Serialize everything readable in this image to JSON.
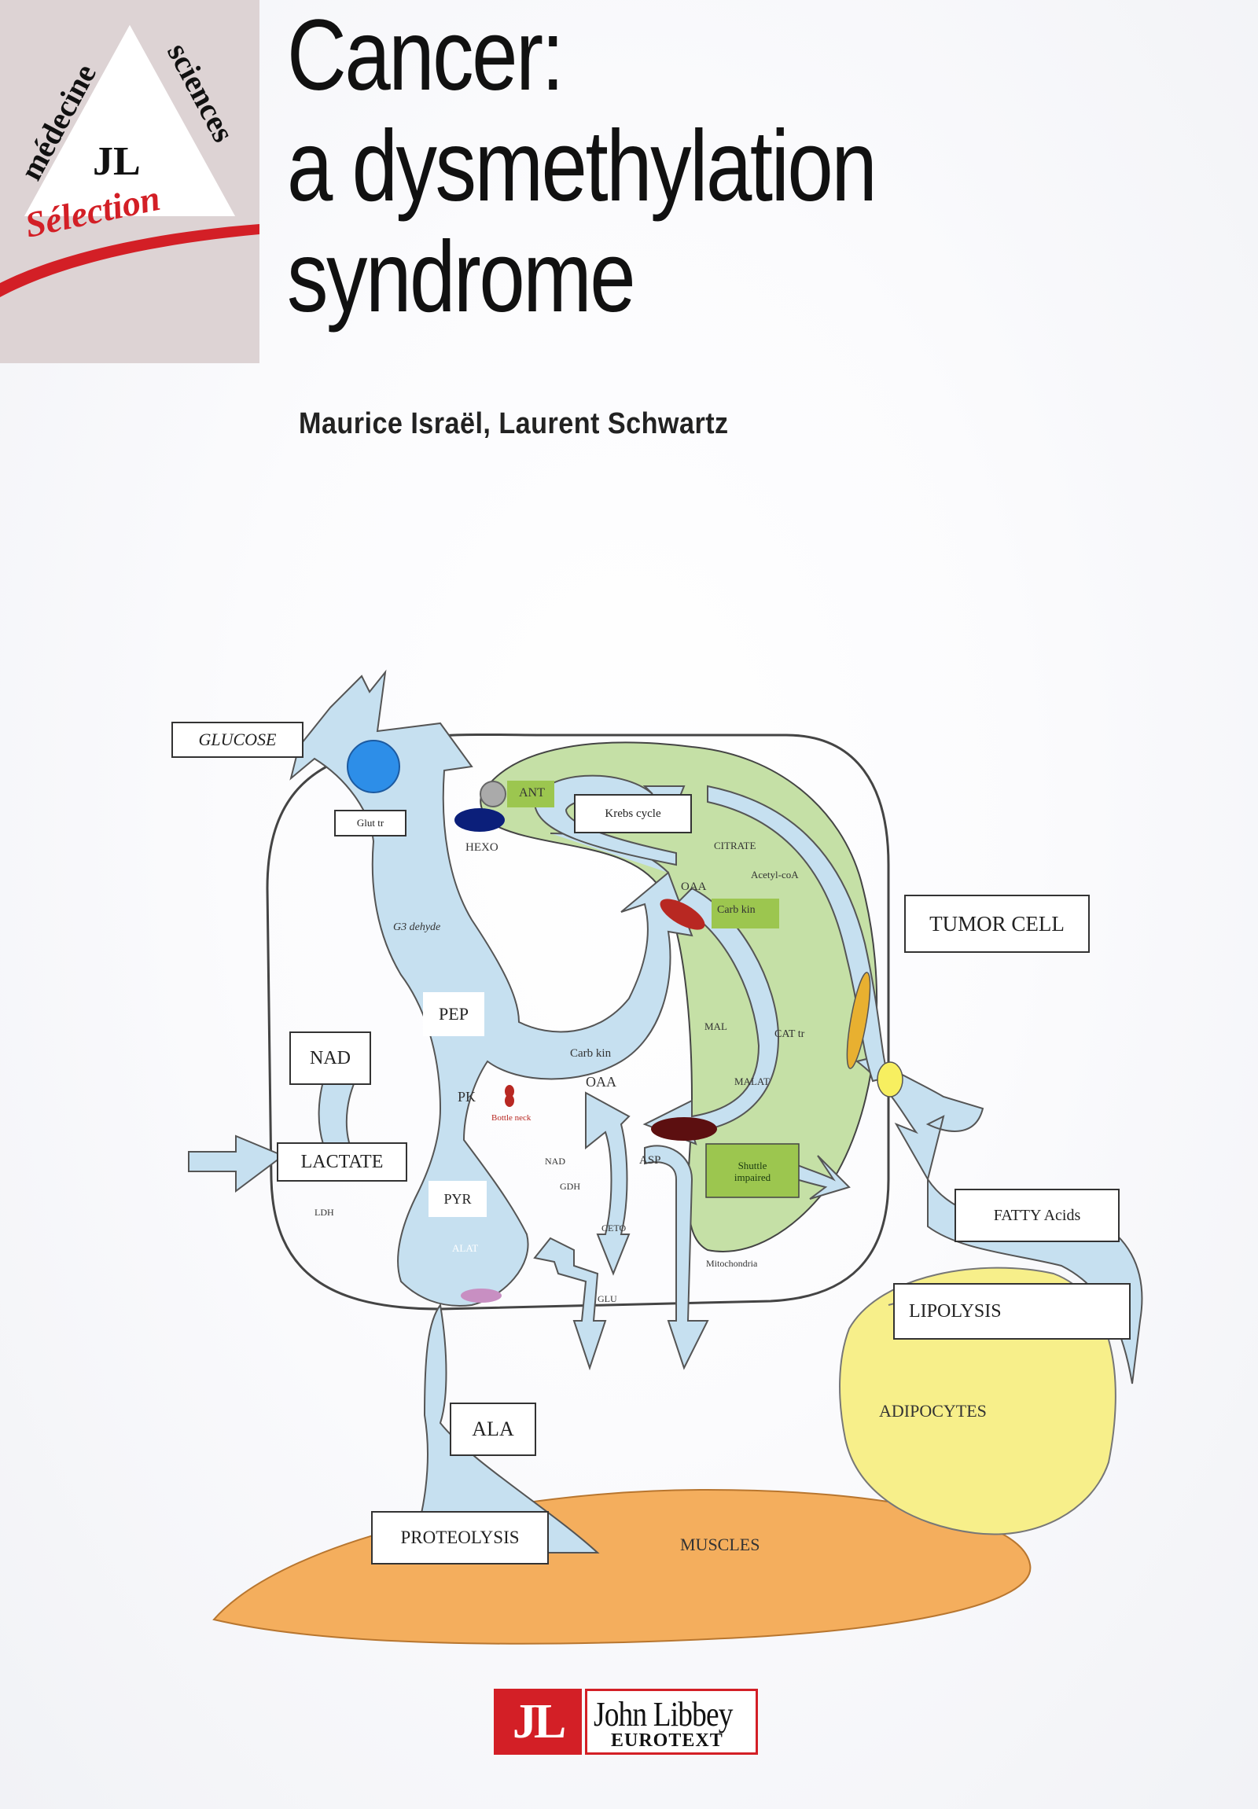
{
  "badge": {
    "word_left": "médecine",
    "word_right": "sciences",
    "logo": "JL",
    "selection": "Sélection"
  },
  "title": {
    "line1": "Cancer:",
    "line2": "a dysmethylation",
    "line3": "syndrome"
  },
  "authors": "Maurice Israël, Laurent Schwartz",
  "diagram": {
    "boxes": {
      "glucose": "GLUCOSE",
      "glut": "Glut tr",
      "krebs": "Krebs cycle",
      "tumor_cell": "TUMOR CELL",
      "pep": "PEP",
      "nad": "NAD",
      "lactate": "LACTATE",
      "pyr": "PYR",
      "fatty": "FATTY Acids",
      "lipolysis": "LIPOLYSIS",
      "ala": "ALA",
      "proteolysis": "PROTEOLYSIS",
      "shuttle": "Shuttle\nimpaired"
    },
    "labels": {
      "ant": "ANT",
      "hexo": "HEXO",
      "citrate": "CITRATE",
      "acetyl": "Acetyl-coA",
      "oaa_top": "OAA",
      "carb_kin_top": "Carb kin",
      "g3_dehyde": "G3 dehyde",
      "carb_kin": "Carb kin",
      "oaa": "OAA",
      "pk": "PK",
      "bottle_neck": "Bottle neck",
      "mal": "MAL",
      "malat": "MALAT",
      "cat_tr": "CAT tr",
      "asp": "ASP",
      "nad_small": "NAD",
      "gdh": "GDH",
      "ldh": "LDH",
      "alat": "ALAT",
      "ceto": "CETO",
      "glu": "GLU",
      "mitochondria": "Mitochondria",
      "adipocytes": "ADIPOCYTES",
      "muscles": "MUSCLES"
    }
  },
  "publisher": {
    "logo": "JL",
    "name": "John Libbey",
    "sub": "EUROTEXT"
  },
  "colors": {
    "blue_flow": "#c6e0f0",
    "green_mito": "#c5e0a6",
    "adipocyte_yellow": "#f7ef8a",
    "muscle_orange": "#f4ae5d",
    "badge_red": "#d31f26",
    "badge_bg": "#ddd3d4"
  }
}
